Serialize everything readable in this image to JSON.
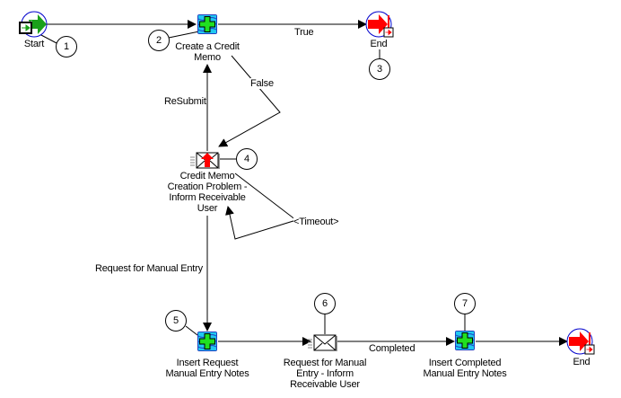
{
  "diagram": {
    "type": "workflow-process",
    "nodes": [
      {
        "id": "start",
        "label": "Start",
        "kind": "start",
        "icon": "start-arrow-icon",
        "callout": "1"
      },
      {
        "id": "create_credit_memo",
        "label_lines": [
          "Create a Credit",
          "Memo"
        ],
        "kind": "function",
        "icon": "database-function-icon",
        "callout": "2"
      },
      {
        "id": "end_top",
        "label": "End",
        "kind": "end",
        "icon": "end-arrow-icon",
        "callout": "3"
      },
      {
        "id": "credit_memo_problem",
        "label_lines": [
          "Credit Memo",
          "Creation Problem -",
          "Inform Receivable",
          "User"
        ],
        "kind": "notification",
        "icon": "envelope-priority-icon",
        "callout": "4"
      },
      {
        "id": "insert_request_notes",
        "label_lines": [
          "Insert Request",
          "Manual Entry Notes"
        ],
        "kind": "function",
        "icon": "database-function-icon",
        "callout": "5"
      },
      {
        "id": "request_manual_entry",
        "label_lines": [
          "Request for Manual",
          "Entry - Inform",
          "Receivable User"
        ],
        "kind": "notification",
        "icon": "envelope-icon",
        "callout": "6"
      },
      {
        "id": "insert_completed_notes",
        "label_lines": [
          "Insert Completed",
          "Manual Entry Notes"
        ],
        "kind": "function",
        "icon": "database-function-icon",
        "callout": "7"
      },
      {
        "id": "end_bottom",
        "label": "End",
        "kind": "end",
        "icon": "end-arrow-icon"
      }
    ],
    "edges": [
      {
        "from": "start",
        "to": "create_credit_memo",
        "label": ""
      },
      {
        "from": "create_credit_memo",
        "to": "end_top",
        "label": "True"
      },
      {
        "from": "create_credit_memo",
        "to": "credit_memo_problem",
        "label": "False"
      },
      {
        "from": "credit_memo_problem",
        "to": "create_credit_memo",
        "label": "ReSubmit"
      },
      {
        "from": "credit_memo_problem",
        "to": "credit_memo_problem",
        "label": "<Timeout>"
      },
      {
        "from": "credit_memo_problem",
        "to": "insert_request_notes",
        "label": "Request  for Manual Entry"
      },
      {
        "from": "insert_request_notes",
        "to": "request_manual_entry",
        "label": ""
      },
      {
        "from": "request_manual_entry",
        "to": "insert_completed_notes",
        "label": "Completed"
      },
      {
        "from": "insert_completed_notes",
        "to": "end_bottom",
        "label": ""
      }
    ]
  },
  "colors": {
    "line": "#000000",
    "start_green": "#1aa01a",
    "end_red": "#ff0000",
    "node_ring": "#0000cc",
    "db_cyan": "#20c8f0",
    "db_blue": "#2040c0",
    "plus_green": "#20e020"
  }
}
